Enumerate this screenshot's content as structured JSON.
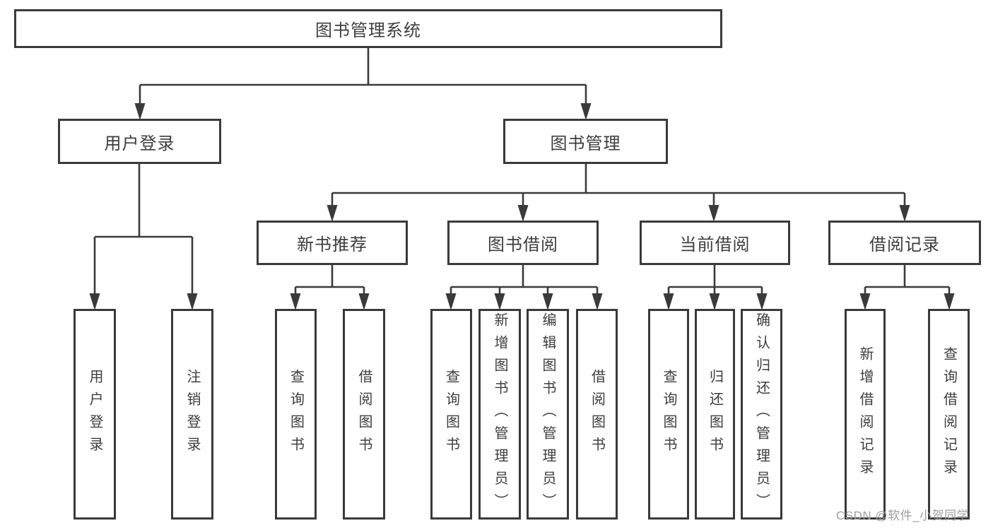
{
  "diagram": {
    "root": "图书管理系统",
    "children": [
      {
        "label": "用户登录",
        "children": [
          {
            "label": "用户登录"
          },
          {
            "label": "注销登录"
          }
        ]
      },
      {
        "label": "图书管理",
        "children": [
          {
            "label": "新书推荐",
            "children": [
              {
                "label": "查询图书"
              },
              {
                "label": "借阅图书"
              }
            ]
          },
          {
            "label": "图书借阅",
            "children": [
              {
                "label": "查询图书"
              },
              {
                "label": "新增图书（管理员）"
              },
              {
                "label": "编辑图书（管理员）"
              },
              {
                "label": "借阅图书"
              }
            ]
          },
          {
            "label": "当前借阅",
            "children": [
              {
                "label": "查询图书"
              },
              {
                "label": "归还图书"
              },
              {
                "label": "确认归还（管理员）"
              }
            ]
          },
          {
            "label": "借阅记录",
            "children": [
              {
                "label": "新增借阅记录"
              },
              {
                "label": "查询借阅记录"
              }
            ]
          }
        ]
      }
    ]
  },
  "watermark": {
    "text": "CSDN @软件_小贺同学"
  },
  "colors": {
    "line": "#3a3a3a",
    "box_border": "#3a3a3a",
    "text": "#3d3d3d",
    "watermark": "#9e9e9e",
    "background": "#ffffff"
  }
}
